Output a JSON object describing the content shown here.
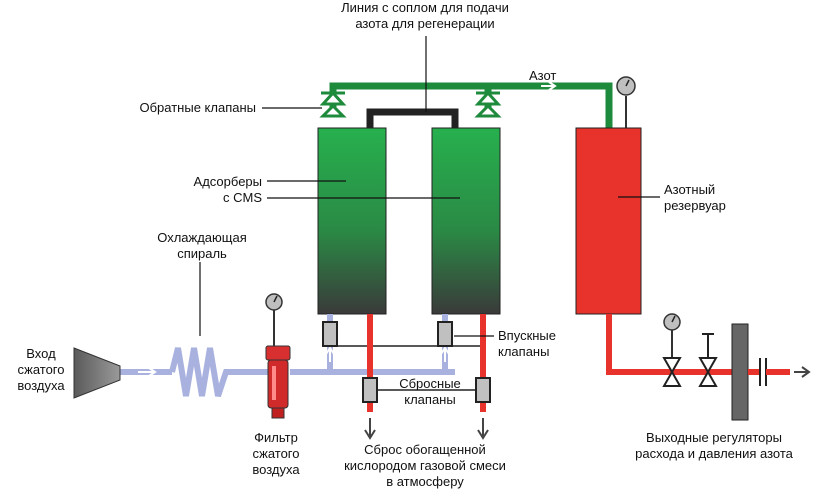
{
  "labels": {
    "regen_line": "Линия с соплом для подачи\nазота для регенерации",
    "nitrogen": "Азот",
    "check_valves": "Обратные клапаны",
    "adsorbers": "Адсорберы\nс CMS",
    "cooling_coil": "Охлаждающая\nспираль",
    "air_inlet": "Вход\nсжатого\nвоздуха",
    "filter": "Фильтр\nсжатого\nвоздуха",
    "inlet_valves": "Впускные\nклапаны",
    "vent_valves": "Сбросные\nклапаны",
    "vent_outlet": "Сброс обогащенной\nкислородом газовой смеси\nв атмосферу",
    "nitrogen_tank": "Азотный\nрезервуар",
    "outlet_regulators": "Выходные регуляторы\nрасхода и давления азота"
  },
  "colors": {
    "nitrogen_line": "#1e8a3c",
    "tank_red": "#e8322c",
    "air_line": "#a9b2de",
    "vent_line": "#e8322c",
    "column_green": "#24a84a"
  }
}
